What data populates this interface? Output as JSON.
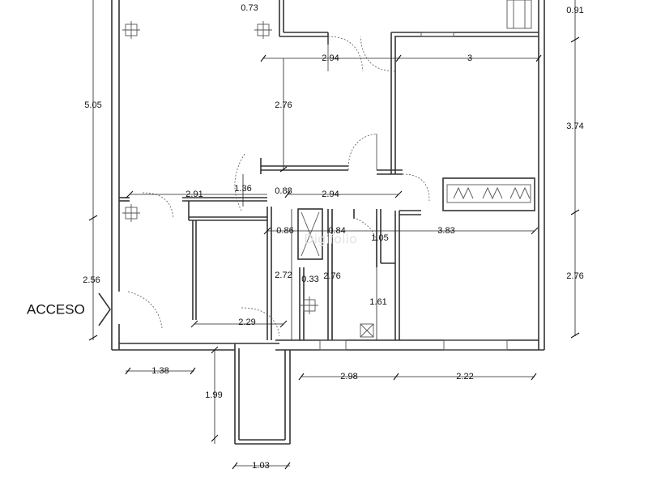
{
  "entrance_label": "ACCESO",
  "watermark": "Digifolio",
  "dimensions": {
    "d1": "0.73",
    "d2": "0.91",
    "d3": "2.94",
    "d4": "3",
    "d5": "5.05",
    "d6": "2.76",
    "d7": "3.74",
    "d8": "2.91",
    "d9": "1.36",
    "d10": "0.88",
    "d11": "2.94",
    "d12": "0.86",
    "d13": "0.84",
    "d14": "1.05",
    "d15": "3.83",
    "d16": "2.56",
    "d17": "2.72",
    "d18": "0.33",
    "d19": "2.76",
    "d20": "2.76",
    "d21": "1.61",
    "d22": "2.29",
    "d23": "1.38",
    "d24": "2.22",
    "d25": "2.98",
    "d26": "1.99",
    "d27": "1.03"
  }
}
